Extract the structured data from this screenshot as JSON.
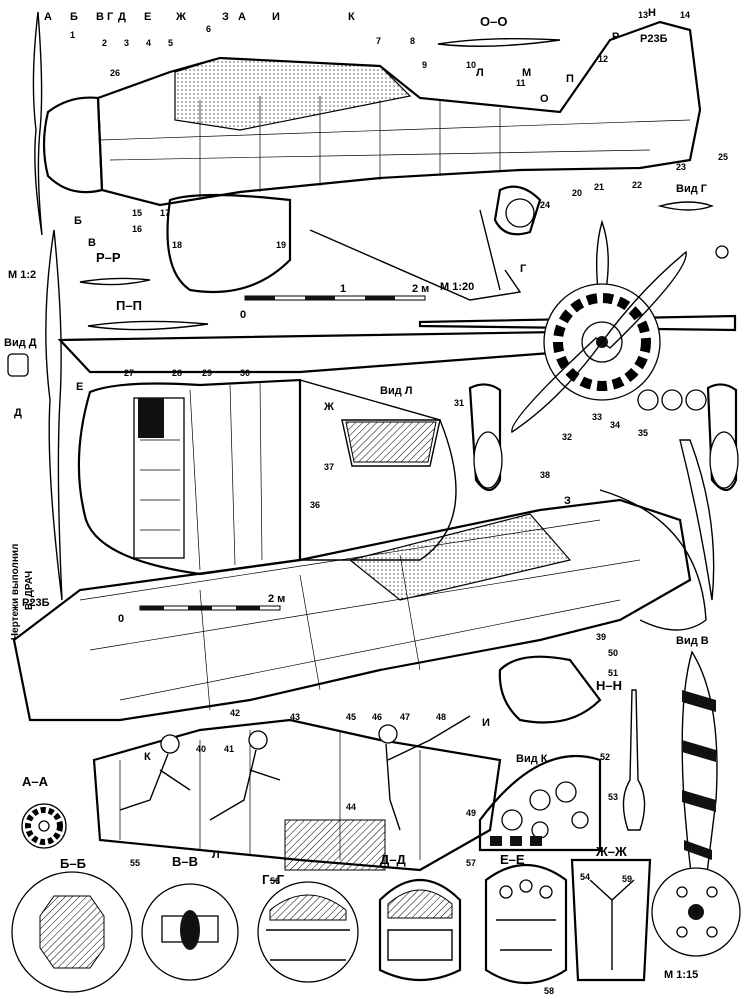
{
  "section_letters_top": [
    "А",
    "Б",
    "В",
    "Г",
    "Д",
    "Е",
    "Ж",
    "З",
    "А",
    "И",
    "К",
    "Н"
  ],
  "section_titles": {
    "oo": "О–О",
    "rr": "Р–Р",
    "pp": "П–П",
    "aa": "А–А",
    "bb": "Б–Б",
    "vv": "В–В",
    "gg": "Г–Г",
    "dd": "Д–Д",
    "ee": "Е–Е",
    "zhzh": "Ж–Ж",
    "nn": "Н–Н"
  },
  "view_labels": {
    "view_g": "Вид Г",
    "view_d": "Вид Д",
    "view_l": "Вид Л",
    "view_k": "Вид К",
    "view_v": "Вид В"
  },
  "scales": {
    "scale_top": "М 1:20",
    "scale_2": "М 1:2",
    "scale_15": "М 1:15",
    "zero": "0",
    "one": "1",
    "two": "2 м"
  },
  "credit": [
    "Чертежи выполнил",
    "В. ДРАЧ"
  ],
  "registration": "Р23Б",
  "arrow_letters": [
    "Р",
    "Н",
    "О",
    "П",
    "М",
    "Л",
    "Г",
    "Б",
    "В",
    "Е",
    "Д",
    "Ж",
    "З",
    "И",
    "Л",
    "К"
  ],
  "callouts": [
    "1",
    "2",
    "3",
    "4",
    "5",
    "6",
    "7",
    "8",
    "9",
    "10",
    "11",
    "12",
    "13",
    "14",
    "15",
    "16",
    "17",
    "18",
    "19",
    "20",
    "21",
    "22",
    "23",
    "24",
    "25",
    "26",
    "27",
    "28",
    "29",
    "30",
    "31",
    "32",
    "33",
    "34",
    "35",
    "36",
    "37",
    "38",
    "39",
    "40",
    "41",
    "42",
    "43",
    "44",
    "45",
    "46",
    "47",
    "48",
    "49",
    "50",
    "51",
    "52",
    "53",
    "54",
    "55",
    "56",
    "57",
    "58",
    "59"
  ]
}
